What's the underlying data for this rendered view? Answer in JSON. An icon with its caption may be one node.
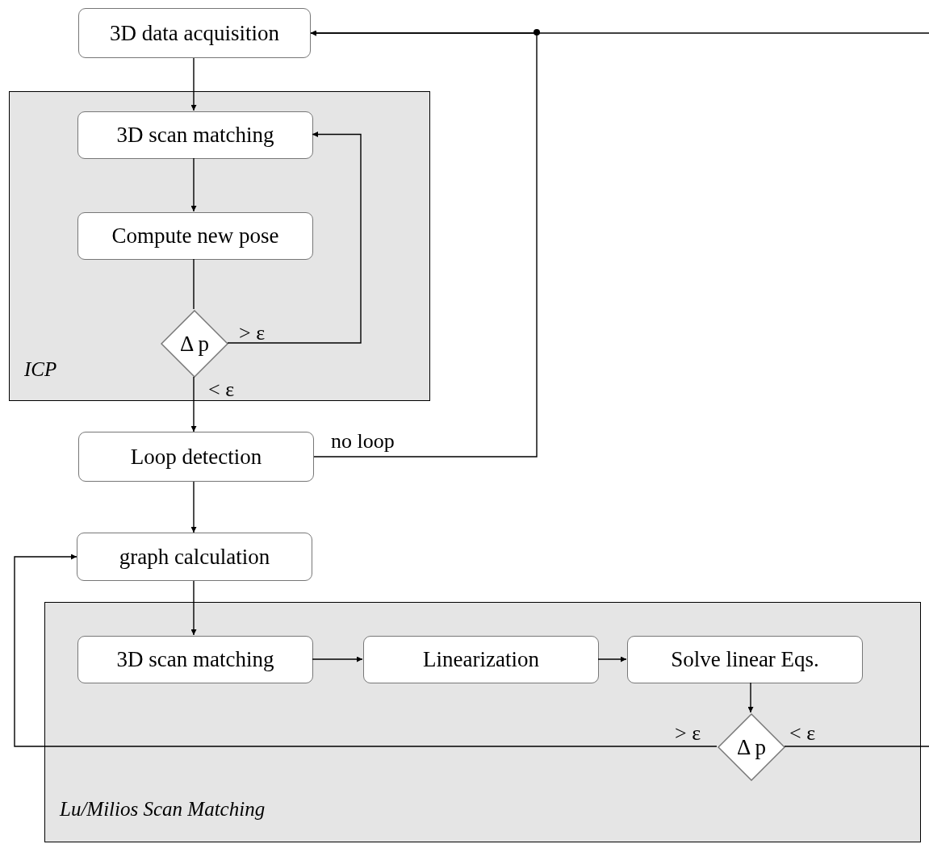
{
  "diagram": {
    "nodes": [
      {
        "text": [
          "3D data acquisition"
        ]
      },
      {
        "text": [
          "ICP"
        ]
      },
      {
        "text": [
          "3D scan matching"
        ],
        "in": 1
      },
      {
        "text": [
          "Compute new pose"
        ],
        "in": 1
      },
      {
        "text": [
          "Δ p"
        ],
        "in": 1
      },
      {
        "text": [
          "Loop detection"
        ]
      },
      {
        "text": [
          "graph calculation"
        ]
      },
      {
        "text": [
          "Lu/Milios Scan Matching"
        ]
      },
      {
        "text": [
          "3D scan matching"
        ],
        "in": 7
      },
      {
        "text": [
          "Linearization"
        ],
        "in": 7
      },
      {
        "text": [
          "Solve linear Eqs."
        ],
        "in": 7
      },
      {
        "text": [
          "Δ p"
        ],
        "in": 7
      }
    ],
    "edges": [
      {
        "from": 0,
        "to": 2,
        "arrow": "to"
      },
      {
        "from": 2,
        "to": 3,
        "arrow": "to"
      },
      {
        "from": 3,
        "to": 4,
        "arrow": "none"
      },
      {
        "from": 4,
        "to": 2,
        "arrow": "to",
        "label": "> ε"
      },
      {
        "from": 4,
        "to": 5,
        "arrow": "to",
        "label": "< ε"
      },
      {
        "from": 5,
        "to": 0,
        "arrow": "to",
        "label": "no loop"
      },
      {
        "from": null,
        "to": 0,
        "arrow": "to"
      },
      {
        "from": 5,
        "to": 6,
        "arrow": "to"
      },
      {
        "from": 6,
        "to": 8,
        "arrow": "to"
      },
      {
        "from": 8,
        "to": 9,
        "arrow": "to"
      },
      {
        "from": 9,
        "to": 10,
        "arrow": "to"
      },
      {
        "from": 10,
        "to": 11,
        "arrow": "to"
      },
      {
        "from": 11,
        "to": 6,
        "arrow": "to",
        "label": "> ε"
      },
      {
        "from": 11,
        "to": null,
        "arrow": "none",
        "label": "< ε"
      }
    ]
  }
}
